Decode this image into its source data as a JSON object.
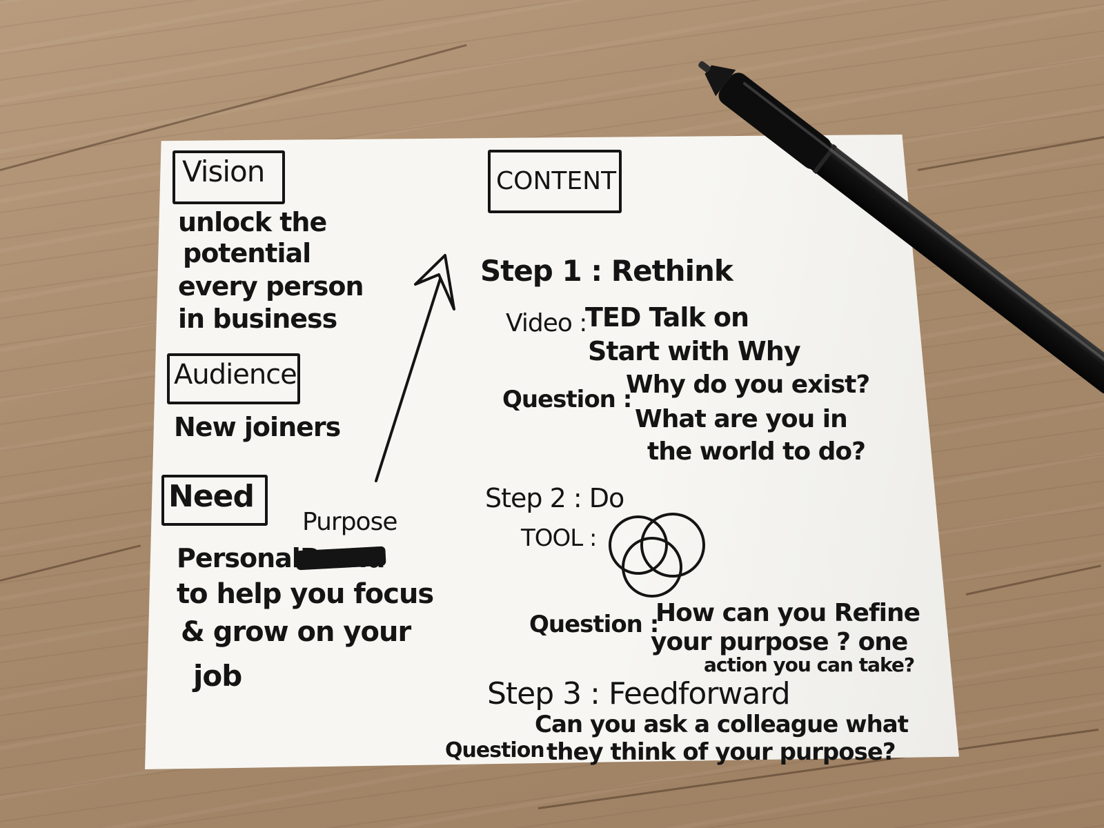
{
  "left_column": {
    "vision": {
      "heading": "Vision",
      "lines": [
        "unlock the",
        "potential",
        "every person",
        "in business"
      ]
    },
    "audience": {
      "heading": "Audience",
      "text": "New joiners"
    },
    "need": {
      "heading": "Need",
      "insert": "Purpose",
      "scribbled": "Brand",
      "lines": [
        "Personal",
        "to help you focus",
        "& grow on your",
        "job"
      ]
    }
  },
  "content": {
    "heading": "CONTENT",
    "step1": {
      "title": "Step 1 : Rethink",
      "video_label": "Video :",
      "video_lines": [
        "TED Talk on",
        "Start with Why"
      ],
      "question_label": "Question :",
      "question_lines": [
        "Why do you exist?",
        "What are you in",
        "the world to do?"
      ]
    },
    "step2": {
      "title": "Step 2 : Do",
      "tool_label": "TOOL :",
      "question_label": "Question :",
      "question_lines": [
        "How can you Refine",
        "your purpose ? one",
        "action you can take?"
      ]
    },
    "step3": {
      "title": "Step 3 : Feedforward",
      "question_label": "Question",
      "question_lines": [
        "Can you ask a colleague what",
        "they think of your purpose?"
      ]
    }
  },
  "colors": {
    "ink": "#141414",
    "paper": "#f7f6f2",
    "wood": "#a88a6c",
    "pen": "#0d0d0d"
  },
  "objects": [
    "felt-tip-pen",
    "wooden-table",
    "paper-sheet",
    "venn-diagram-sketch",
    "arrow-sketch"
  ]
}
